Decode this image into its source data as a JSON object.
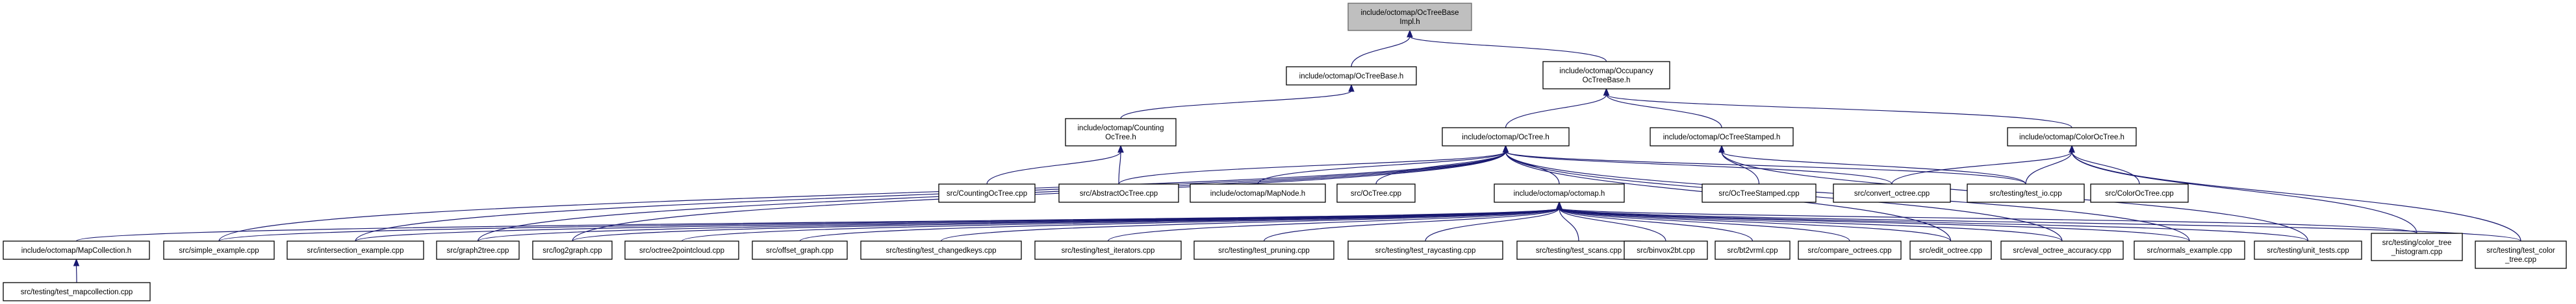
{
  "graph": {
    "nodes": [
      {
        "id": "octreebase_impl",
        "lines": [
          "include/octomap/OcTreeBase",
          "Impl.h"
        ],
        "highlight": true
      },
      {
        "id": "octreebase",
        "lines": [
          "include/octomap/OcTreeBase.h"
        ]
      },
      {
        "id": "occupancy",
        "lines": [
          "include/octomap/Occupancy",
          "OcTreeBase.h"
        ]
      },
      {
        "id": "counting",
        "lines": [
          "include/octomap/Counting",
          "OcTree.h"
        ]
      },
      {
        "id": "octree_h",
        "lines": [
          "include/octomap/OcTree.h"
        ]
      },
      {
        "id": "stamped_h",
        "lines": [
          "include/octomap/OcTreeStamped.h"
        ]
      },
      {
        "id": "color_h",
        "lines": [
          "include/octomap/ColorOcTree.h"
        ]
      },
      {
        "id": "countingcpp",
        "lines": [
          "src/CountingOcTree.cpp"
        ]
      },
      {
        "id": "abstractcpp",
        "lines": [
          "src/AbstractOcTree.cpp"
        ]
      },
      {
        "id": "mapnode",
        "lines": [
          "include/octomap/MapNode.h"
        ]
      },
      {
        "id": "octreecpp",
        "lines": [
          "src/OcTree.cpp"
        ]
      },
      {
        "id": "octomap_h",
        "lines": [
          "include/octomap/octomap.h"
        ]
      },
      {
        "id": "stampedcpp",
        "lines": [
          "src/OcTreeStamped.cpp"
        ]
      },
      {
        "id": "convert",
        "lines": [
          "src/convert_octree.cpp"
        ]
      },
      {
        "id": "testio",
        "lines": [
          "src/testing/test_io.cpp"
        ]
      },
      {
        "id": "colorcpp",
        "lines": [
          "src/ColorOcTree.cpp"
        ]
      },
      {
        "id": "mapcollection",
        "lines": [
          "include/octomap/MapCollection.h"
        ]
      },
      {
        "id": "simple",
        "lines": [
          "src/simple_example.cpp"
        ]
      },
      {
        "id": "intersection",
        "lines": [
          "src/intersection_example.cpp"
        ]
      },
      {
        "id": "graph2tree",
        "lines": [
          "src/graph2tree.cpp"
        ]
      },
      {
        "id": "log2graph",
        "lines": [
          "src/log2graph.cpp"
        ]
      },
      {
        "id": "pointcloud",
        "lines": [
          "src/octree2pointcloud.cpp"
        ]
      },
      {
        "id": "offset",
        "lines": [
          "src/offset_graph.cpp"
        ]
      },
      {
        "id": "changedkeys",
        "lines": [
          "src/testing/test_changedkeys.cpp"
        ]
      },
      {
        "id": "iterators",
        "lines": [
          "src/testing/test_iterators.cpp"
        ]
      },
      {
        "id": "pruning",
        "lines": [
          "src/testing/test_pruning.cpp"
        ]
      },
      {
        "id": "raycasting",
        "lines": [
          "src/testing/test_raycasting.cpp"
        ]
      },
      {
        "id": "scans",
        "lines": [
          "src/testing/test_scans.cpp"
        ]
      },
      {
        "id": "binvox",
        "lines": [
          "src/binvox2bt.cpp"
        ]
      },
      {
        "id": "bt2vrml",
        "lines": [
          "src/bt2vrml.cpp"
        ]
      },
      {
        "id": "compare",
        "lines": [
          "src/compare_octrees.cpp"
        ]
      },
      {
        "id": "edit",
        "lines": [
          "src/edit_octree.cpp"
        ]
      },
      {
        "id": "evalacc",
        "lines": [
          "src/eval_octree_accuracy.cpp"
        ]
      },
      {
        "id": "normals",
        "lines": [
          "src/normals_example.cpp"
        ]
      },
      {
        "id": "unittests",
        "lines": [
          "src/testing/unit_tests.cpp"
        ]
      },
      {
        "id": "histogram",
        "lines": [
          "src/testing/color_tree",
          "_histogram.cpp"
        ]
      },
      {
        "id": "testcolortree",
        "lines": [
          "src/testing/test_color",
          "_tree.cpp"
        ]
      },
      {
        "id": "mapcollcpp",
        "lines": [
          "src/testing/test_mapcollection.cpp"
        ]
      }
    ],
    "edges": [
      [
        "octreebase_impl",
        "octreebase"
      ],
      [
        "octreebase_impl",
        "occupancy"
      ],
      [
        "octreebase",
        "counting"
      ],
      [
        "counting",
        "countingcpp"
      ],
      [
        "counting",
        "abstractcpp"
      ],
      [
        "occupancy",
        "octree_h"
      ],
      [
        "occupancy",
        "stamped_h"
      ],
      [
        "occupancy",
        "color_h"
      ],
      [
        "octree_h",
        "abstractcpp"
      ],
      [
        "octree_h",
        "mapnode"
      ],
      [
        "octree_h",
        "octreecpp"
      ],
      [
        "octree_h",
        "octomap_h"
      ],
      [
        "octree_h",
        "convert"
      ],
      [
        "octree_h",
        "testio"
      ],
      [
        "octree_h",
        "edit"
      ],
      [
        "octree_h",
        "evalacc"
      ],
      [
        "octree_h",
        "simple"
      ],
      [
        "octree_h",
        "intersection"
      ],
      [
        "octree_h",
        "graph2tree"
      ],
      [
        "octree_h",
        "log2graph"
      ],
      [
        "octree_h",
        "normals"
      ],
      [
        "stamped_h",
        "stampedcpp"
      ],
      [
        "stamped_h",
        "testio"
      ],
      [
        "stamped_h",
        "unittests"
      ],
      [
        "color_h",
        "colorcpp"
      ],
      [
        "color_h",
        "convert"
      ],
      [
        "color_h",
        "testio"
      ],
      [
        "color_h",
        "histogram"
      ],
      [
        "color_h",
        "testcolortree"
      ],
      [
        "octomap_h",
        "mapcollection"
      ],
      [
        "octomap_h",
        "simple"
      ],
      [
        "octomap_h",
        "intersection"
      ],
      [
        "octomap_h",
        "graph2tree"
      ],
      [
        "octomap_h",
        "log2graph"
      ],
      [
        "octomap_h",
        "pointcloud"
      ],
      [
        "octomap_h",
        "offset"
      ],
      [
        "octomap_h",
        "changedkeys"
      ],
      [
        "octomap_h",
        "iterators"
      ],
      [
        "octomap_h",
        "pruning"
      ],
      [
        "octomap_h",
        "raycasting"
      ],
      [
        "octomap_h",
        "scans"
      ],
      [
        "octomap_h",
        "binvox"
      ],
      [
        "octomap_h",
        "bt2vrml"
      ],
      [
        "octomap_h",
        "compare"
      ],
      [
        "octomap_h",
        "edit"
      ],
      [
        "octomap_h",
        "evalacc"
      ],
      [
        "octomap_h",
        "normals"
      ],
      [
        "octomap_h",
        "unittests"
      ],
      [
        "octomap_h",
        "histogram"
      ],
      [
        "octomap_h",
        "testcolortree"
      ],
      [
        "mapcollection",
        "mapcollcpp"
      ]
    ]
  }
}
